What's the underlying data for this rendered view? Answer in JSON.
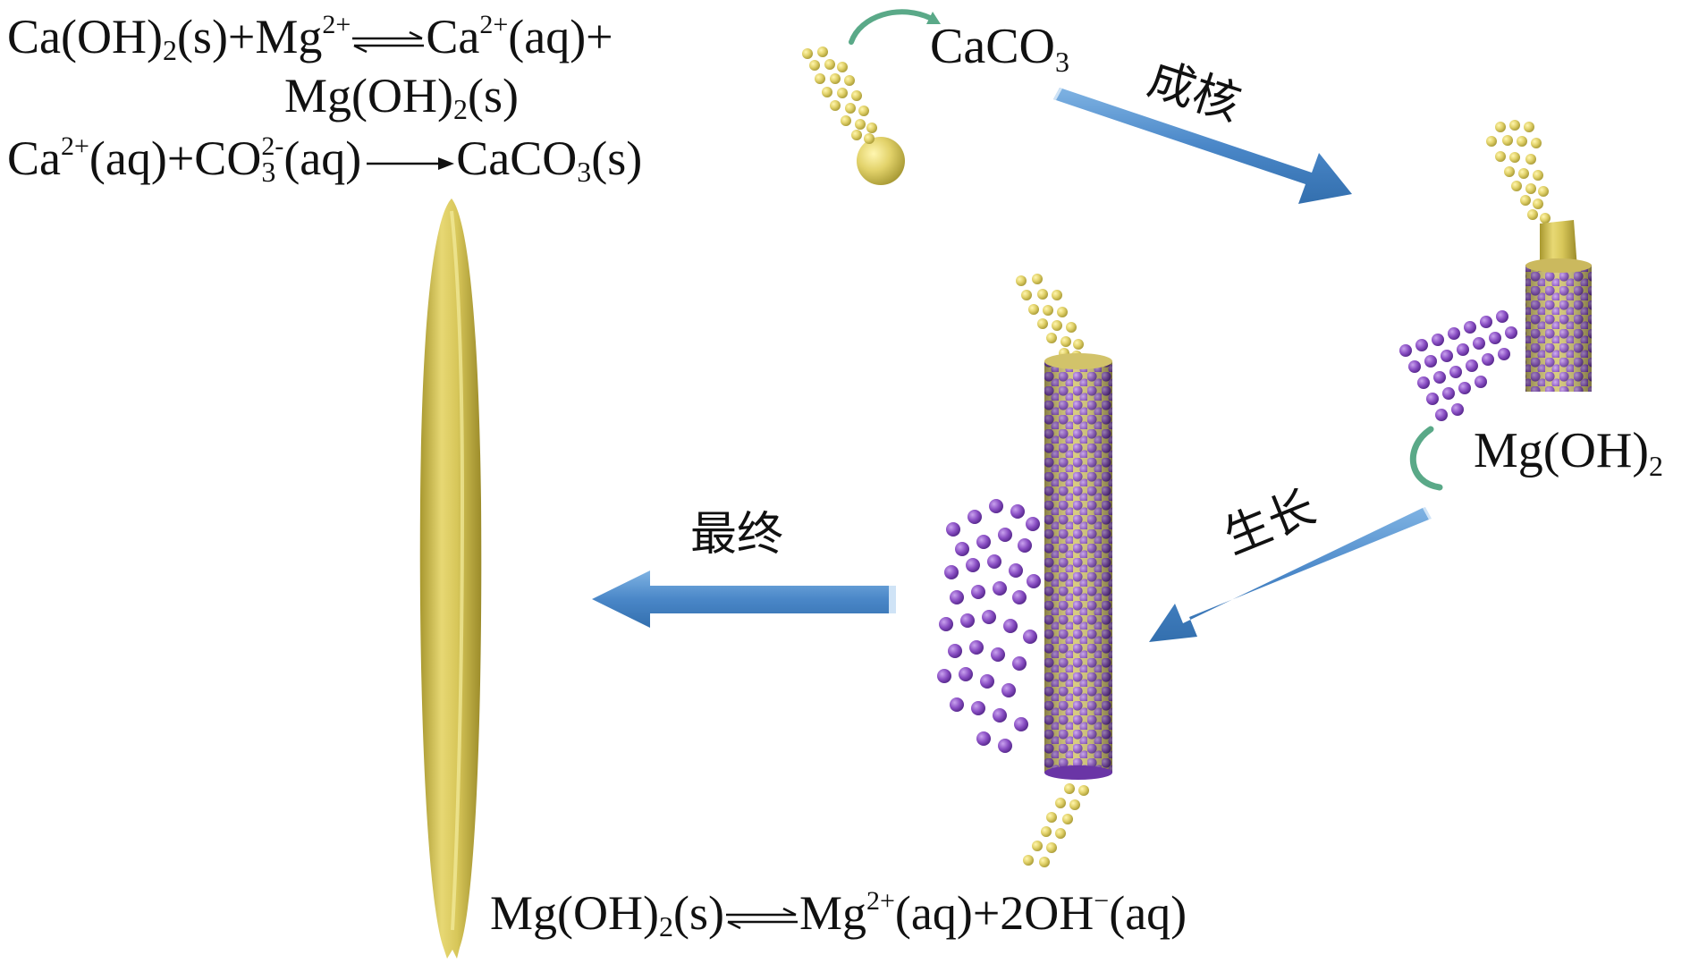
{
  "equations": {
    "eq1": {
      "parts": [
        "Ca(OH)",
        "2",
        "(s)+Mg",
        "2+",
        "Ca",
        "2+",
        "(aq)+"
      ]
    },
    "eq1_cont": {
      "parts": [
        "Mg(OH)",
        "2",
        "(s)"
      ]
    },
    "eq2": {
      "parts": [
        "Ca",
        "2+",
        "(aq)+CO",
        "3",
        "2-",
        "(aq)",
        "CaCO",
        "3",
        "(s)"
      ]
    },
    "eq3": {
      "parts": [
        "Mg(OH)",
        "2",
        "(s)",
        "Mg",
        "2+",
        "(aq)+2OH",
        "−",
        "(aq)"
      ]
    }
  },
  "labels": {
    "caco3": {
      "main": "CaCO",
      "sub": "3"
    },
    "mgoh2": {
      "main": "Mg(OH)",
      "sub": "2"
    },
    "nucleation": "成核",
    "growth": "生长",
    "final": "最终"
  },
  "colors": {
    "arrow_blue": "#4a87c8",
    "arrow_blue_light": "#8fbde6",
    "caco3_yellow": "#d9c85a",
    "caco3_dark": "#a89a35",
    "mgoh2_purple": "#8a4fc4",
    "mgoh2_dark": "#5a2a91",
    "curl_green": "#5aa988"
  }
}
